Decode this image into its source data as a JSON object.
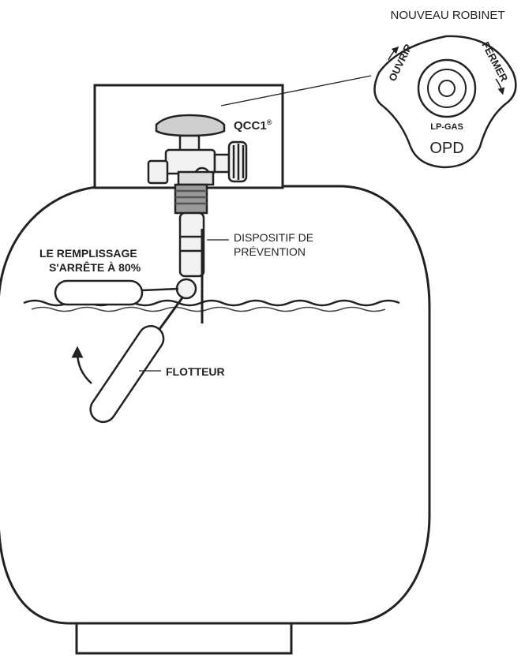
{
  "labels": {
    "new_valve": "NOUVEAU ROBINET",
    "qcc": "QCC1",
    "qcc_mark": "®",
    "device_line1": "DISPOSITIF DE",
    "device_line2": "PRÉVENTION",
    "fill_line1": "LE REMPLISSAGE",
    "fill_line2": "S'ARRÊTE  À 80%",
    "float": "FLOTTEUR"
  },
  "knob": {
    "open": "OUVRIR",
    "close": "FERMER",
    "lp_gas": "LP-GAS",
    "opd": "OPD"
  },
  "colors": {
    "line": "#222222",
    "valve_fill": "#cfcfcf",
    "background": "#ffffff"
  }
}
